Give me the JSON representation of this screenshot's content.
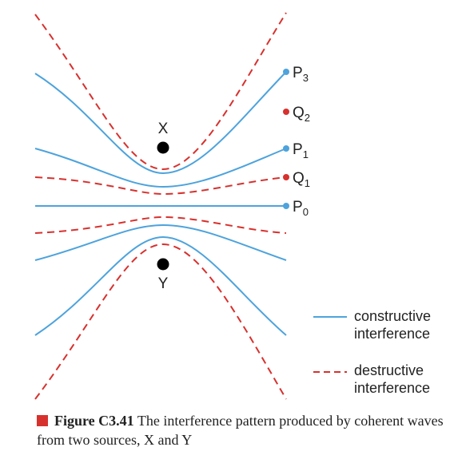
{
  "colors": {
    "constructive": "#4da3dc",
    "destructive": "#d7312e",
    "source": "#000000",
    "caption_square": "#d7312e"
  },
  "sources": {
    "x_label": "X",
    "y_label": "Y"
  },
  "line_labels": [
    {
      "main": "P",
      "sub": "3",
      "kind": "constructive"
    },
    {
      "main": "Q",
      "sub": "2",
      "kind": "destructive"
    },
    {
      "main": "P",
      "sub": "1",
      "kind": "constructive"
    },
    {
      "main": "Q",
      "sub": "1",
      "kind": "destructive"
    },
    {
      "main": "P",
      "sub": "0",
      "kind": "constructive"
    }
  ],
  "legend": {
    "constructive": [
      "constructive",
      "interference"
    ],
    "destructive": [
      "destructive",
      "interference"
    ]
  },
  "caption": {
    "figure": "Figure C3.41",
    "text": " The interference pattern produced by coherent waves from two sources, X and Y"
  }
}
